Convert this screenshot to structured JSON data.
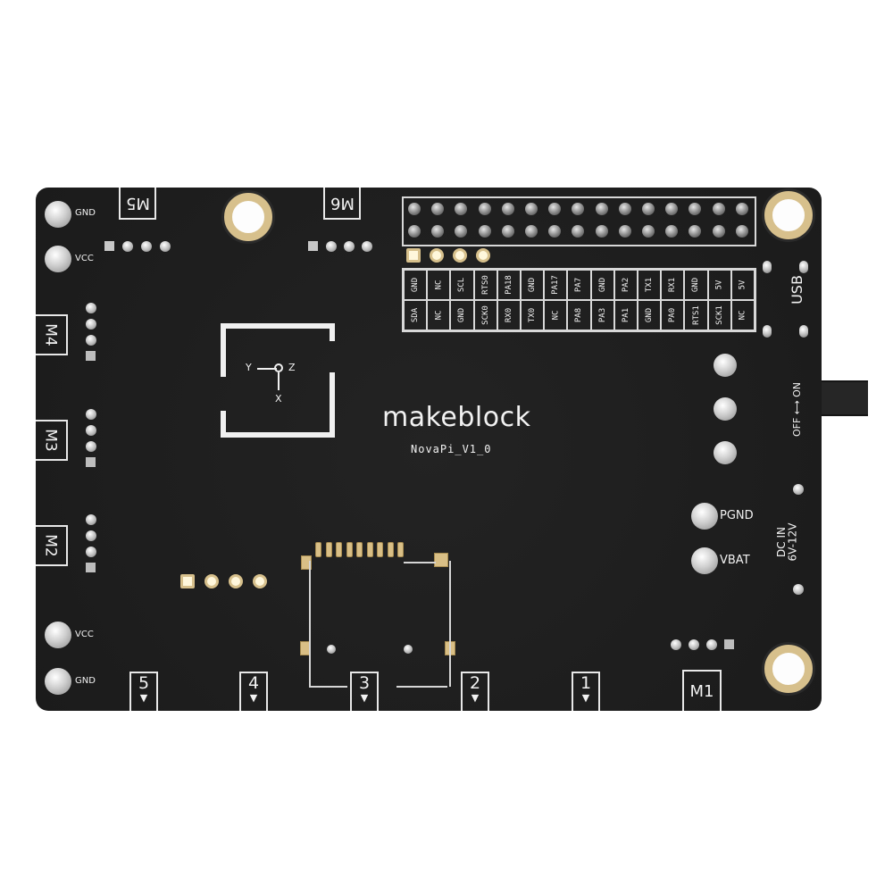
{
  "board": {
    "brand": "makeblock",
    "model": "NovaPi_V1_0",
    "colors": {
      "pcb": "#1e1e1e",
      "silkscreen": "#f2f2f2",
      "gold": "#d7c08c",
      "background": "#ffffff"
    }
  },
  "power_pads_left": [
    {
      "label": "GND"
    },
    {
      "label": "VCC"
    },
    {
      "label": "VCC"
    },
    {
      "label": "GND"
    }
  ],
  "motor_ports": {
    "top": [
      "M5",
      "M6"
    ],
    "left": [
      "M4",
      "M3",
      "M2"
    ],
    "bottom_right": "M1"
  },
  "servo_ports_bottom": [
    "5",
    "4",
    "3",
    "2",
    "1"
  ],
  "imu": {
    "axis_y": "Y",
    "axis_z": "Z",
    "axis_x": "X"
  },
  "header": {
    "rows": 2,
    "columns": 15,
    "top_row_labels": [
      "GND",
      "NC",
      "SCL",
      "RTS0",
      "PA18",
      "GND",
      "PA17",
      "PA7",
      "GND",
      "PA2",
      "TX1",
      "RX1",
      "GND",
      "5V",
      "5V"
    ],
    "bottom_row_labels": [
      "SDA",
      "NC",
      "GND",
      "SCK0",
      "RX0",
      "TX0",
      "NC",
      "PA8",
      "PA3",
      "PA1",
      "GND",
      "PA0",
      "RTS1",
      "SCK1",
      "NC"
    ]
  },
  "right_side": {
    "usb_label": "USB",
    "switch_label": "OFF ⟷ ON",
    "dc_in_label_1": "DC IN",
    "dc_in_label_2": "6V-12V",
    "terminal_1": "PGND",
    "terminal_2": "VBAT"
  }
}
